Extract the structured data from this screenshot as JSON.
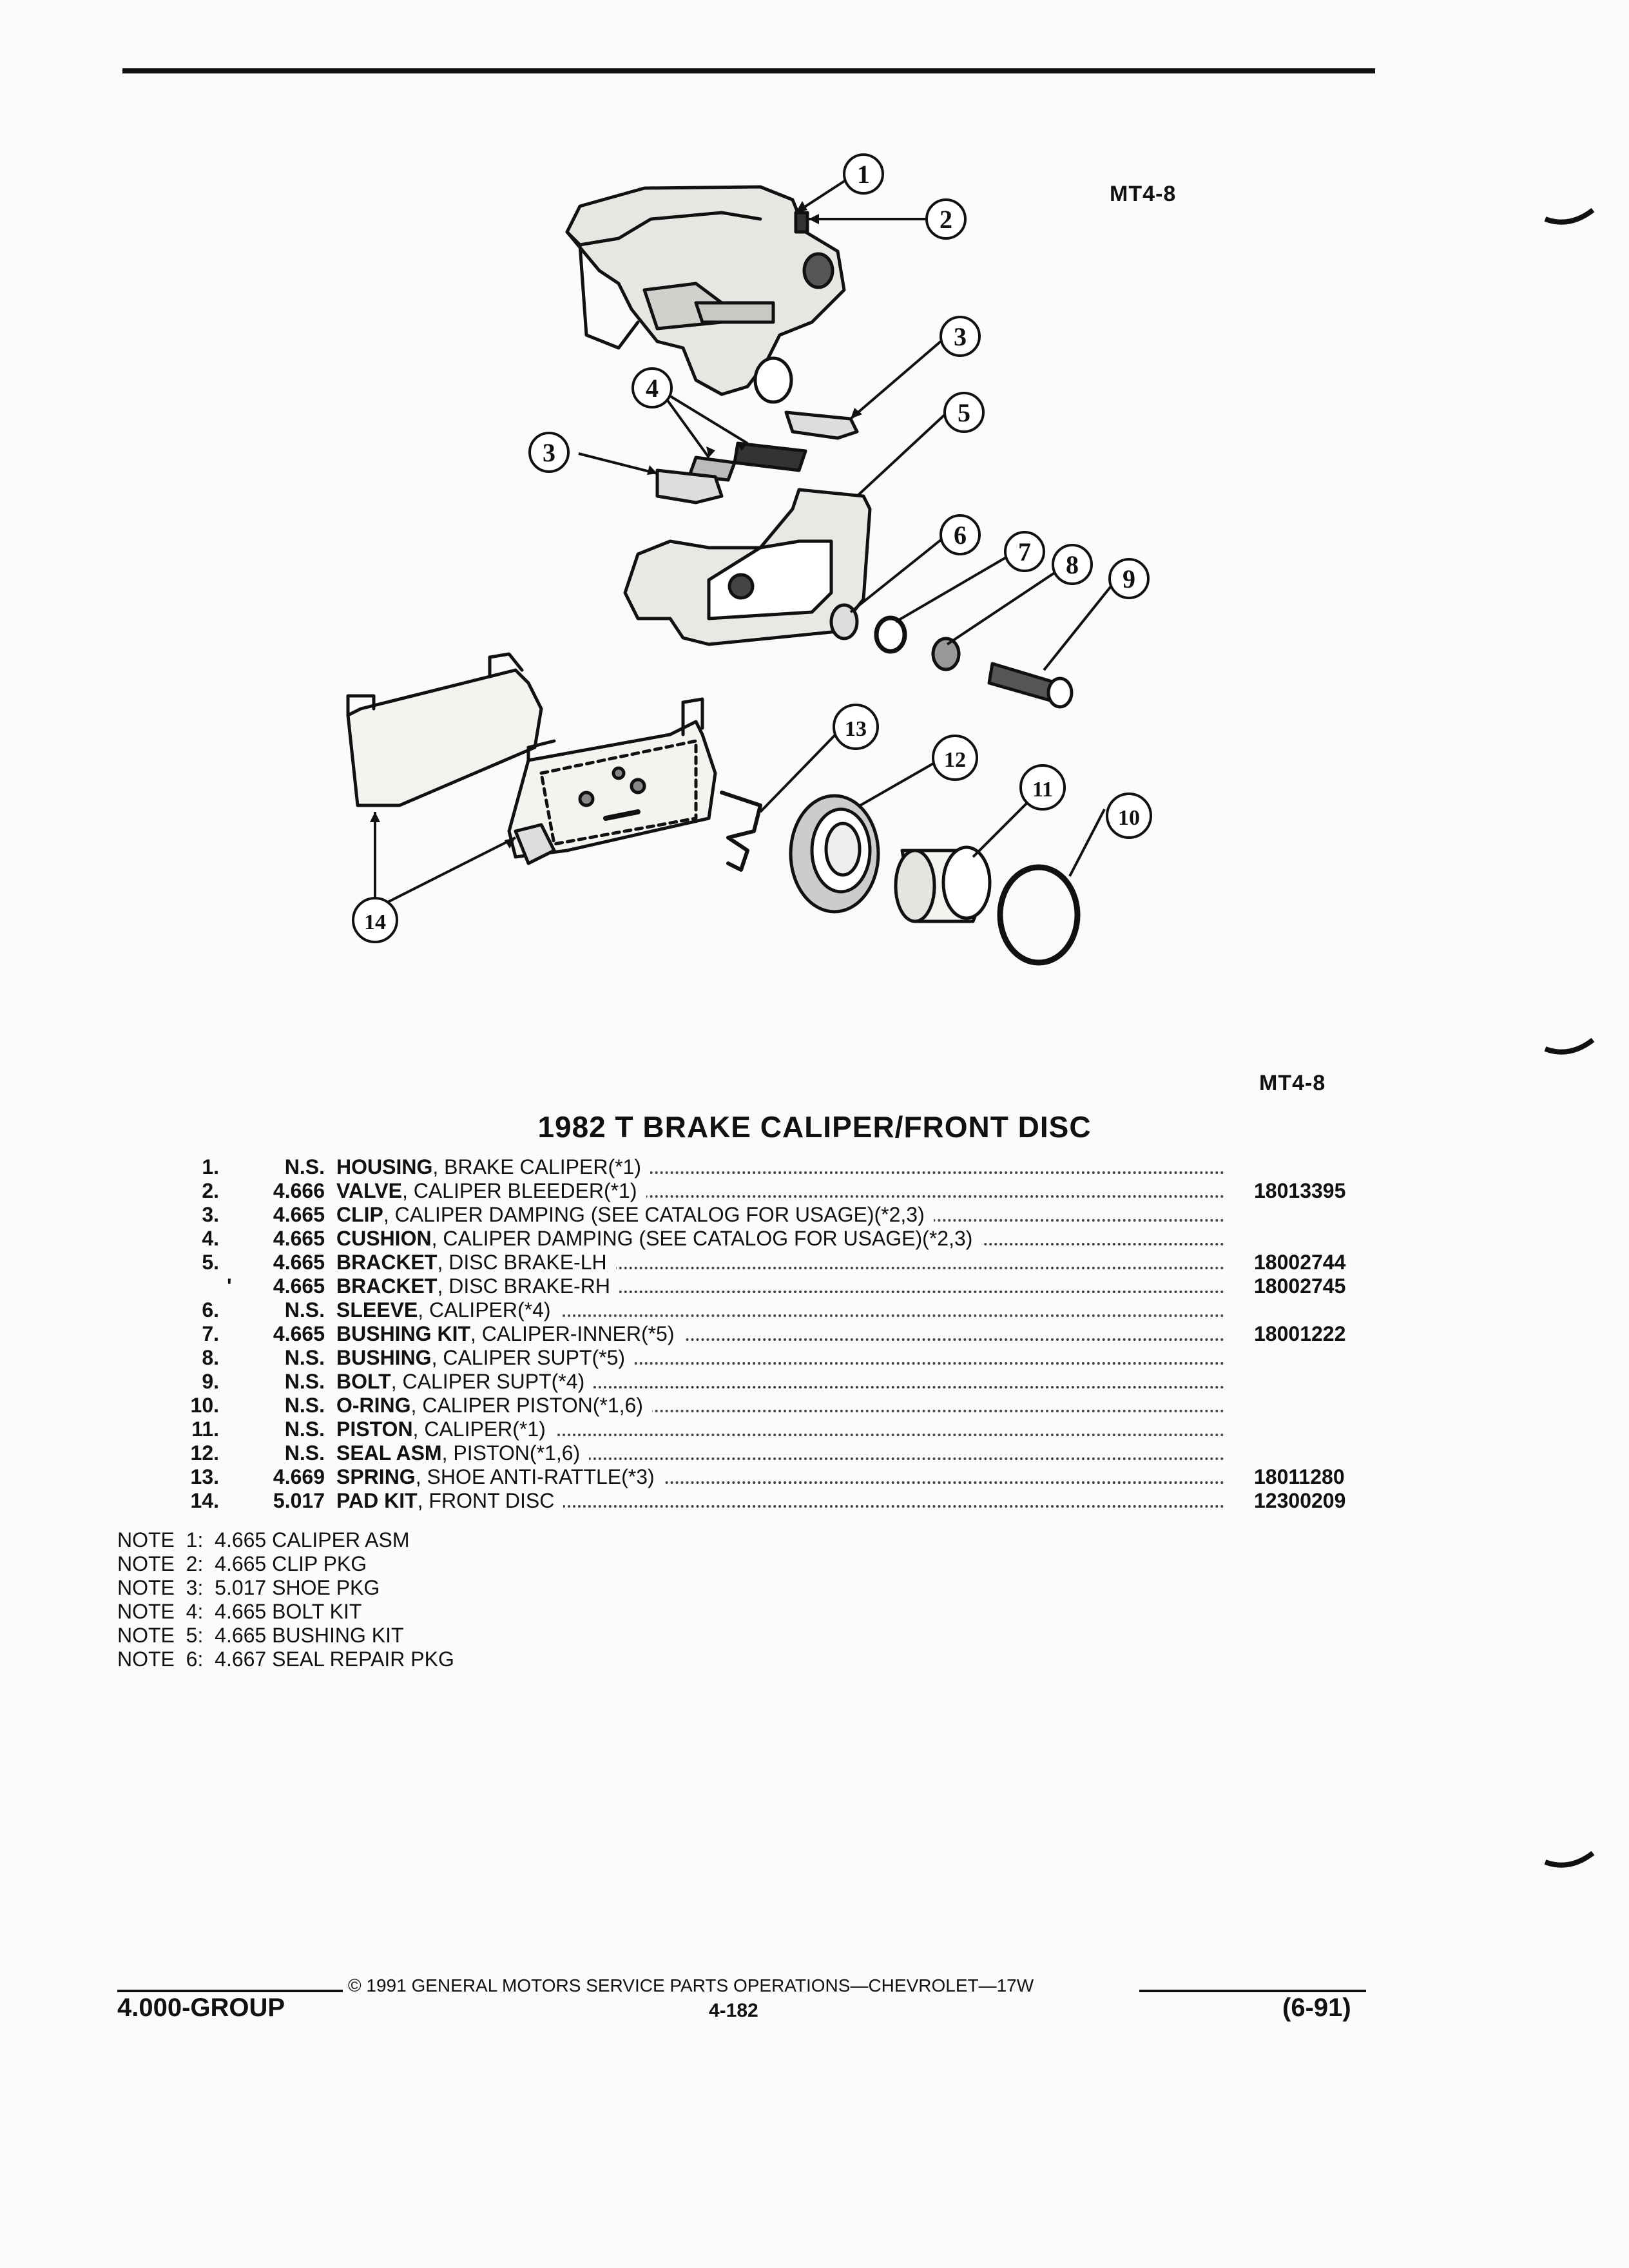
{
  "figure_id_top": "MT4-8",
  "figure_id_bottom": "MT4-8",
  "title": "1982 T BRAKE CALIPER/FRONT DISC",
  "callouts": [
    "1",
    "2",
    "3",
    "3",
    "4",
    "5",
    "6",
    "7",
    "8",
    "9",
    "10",
    "11",
    "12",
    "13",
    "14"
  ],
  "parts": [
    {
      "num": "1.",
      "group": "N.S.",
      "mark": "",
      "name": "HOUSING",
      "desc": ", BRAKE CALIPER(*1)",
      "pn": ""
    },
    {
      "num": "2.",
      "group": "4.666",
      "mark": "",
      "name": "VALVE",
      "desc": ", CALIPER BLEEDER(*1)",
      "pn": "18013395"
    },
    {
      "num": "3.",
      "group": "4.665",
      "mark": "",
      "name": "CLIP",
      "desc": ", CALIPER DAMPING (SEE CATALOG FOR USAGE)(*2,3)",
      "pn": ""
    },
    {
      "num": "4.",
      "group": "4.665",
      "mark": "",
      "name": "CUSHION",
      "desc": ", CALIPER DAMPING (SEE CATALOG FOR USAGE)(*2,3)",
      "pn": ""
    },
    {
      "num": "5.",
      "group": "4.665",
      "mark": "",
      "name": "BRACKET",
      "desc": ", DISC BRAKE-LH",
      "pn": "18002744"
    },
    {
      "num": "",
      "group": "4.665",
      "mark": "'",
      "name": "BRACKET",
      "desc": ", DISC BRAKE-RH",
      "pn": "18002745"
    },
    {
      "num": "6.",
      "group": "N.S.",
      "mark": "",
      "name": "SLEEVE",
      "desc": ", CALIPER(*4)",
      "pn": ""
    },
    {
      "num": "7.",
      "group": "4.665",
      "mark": "",
      "name": "BUSHING KIT",
      "desc": ", CALIPER-INNER(*5)",
      "pn": "18001222"
    },
    {
      "num": "8.",
      "group": "N.S.",
      "mark": "",
      "name": "BUSHING",
      "desc": ", CALIPER SUPT(*5)",
      "pn": ""
    },
    {
      "num": "9.",
      "group": "N.S.",
      "mark": "",
      "name": "BOLT",
      "desc": ", CALIPER SUPT(*4)",
      "pn": ""
    },
    {
      "num": "10.",
      "group": "N.S.",
      "mark": "",
      "name": "O-RING",
      "desc": ", CALIPER PISTON(*1,6)",
      "pn": ""
    },
    {
      "num": "11.",
      "group": "N.S.",
      "mark": "",
      "name": "PISTON",
      "desc": ", CALIPER(*1)",
      "pn": ""
    },
    {
      "num": "12.",
      "group": "N.S.",
      "mark": "",
      "name": "SEAL ASM",
      "desc": ", PISTON(*1,6)",
      "pn": ""
    },
    {
      "num": "13.",
      "group": "4.669",
      "mark": "",
      "name": "SPRING",
      "desc": ", SHOE ANTI-RATTLE(*3)",
      "pn": "18011280"
    },
    {
      "num": "14.",
      "group": "5.017",
      "mark": "",
      "name": "PAD KIT",
      "desc": ", FRONT DISC",
      "pn": "12300209"
    }
  ],
  "notes": [
    "NOTE  1:  4.665 CALIPER ASM",
    "NOTE  2:  4.665 CLIP PKG",
    "NOTE  3:  5.017 SHOE PKG",
    "NOTE  4:  4.665 BOLT KIT",
    "NOTE  5:  4.665 BUSHING KIT",
    "NOTE  6:  4.667 SEAL REPAIR PKG"
  ],
  "footer": {
    "copyright": "©  1991  GENERAL MOTORS SERVICE PARTS OPERATIONS—CHEVROLET—17W",
    "group": "4.000-GROUP",
    "page": "4-182",
    "date": "(6-91)"
  }
}
